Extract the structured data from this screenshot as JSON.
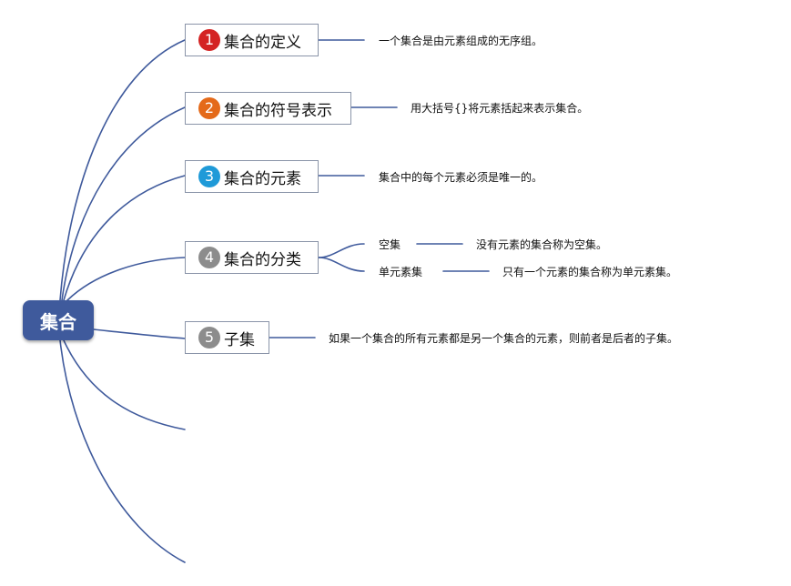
{
  "root": {
    "label": "集合"
  },
  "colors": {
    "link": "#3f5a9c",
    "root_fill": "#3f5a9c",
    "badge_red": "#d42323",
    "badge_orange": "#e46a1a",
    "badge_blue": "#1f9ad8",
    "badge_gray": "#8c8c8c"
  },
  "branches": [
    {
      "number": "1",
      "label": "集合的定义",
      "badge_color": "#d42323",
      "note": "一个集合是由元素组成的无序组。"
    },
    {
      "number": "2",
      "label": "集合的符号表示",
      "badge_color": "#e46a1a",
      "note": "用大括号{}将元素括起来表示集合。"
    },
    {
      "number": "3",
      "label": "集合的元素",
      "badge_color": "#1f9ad8",
      "note": "集合中的每个元素必须是唯一的。"
    },
    {
      "number": "4",
      "label": "集合的分类",
      "badge_color": "#8c8c8c",
      "children": [
        {
          "label": "空集",
          "note": "没有元素的集合称为空集。"
        },
        {
          "label": "单元素集",
          "note": "只有一个元素的集合称为单元素集。"
        }
      ]
    },
    {
      "number": "5",
      "label": "子集",
      "badge_color": "#8c8c8c",
      "note": "如果一个集合的所有元素都是另一个集合的元素，则前者是后者的子集。"
    }
  ]
}
